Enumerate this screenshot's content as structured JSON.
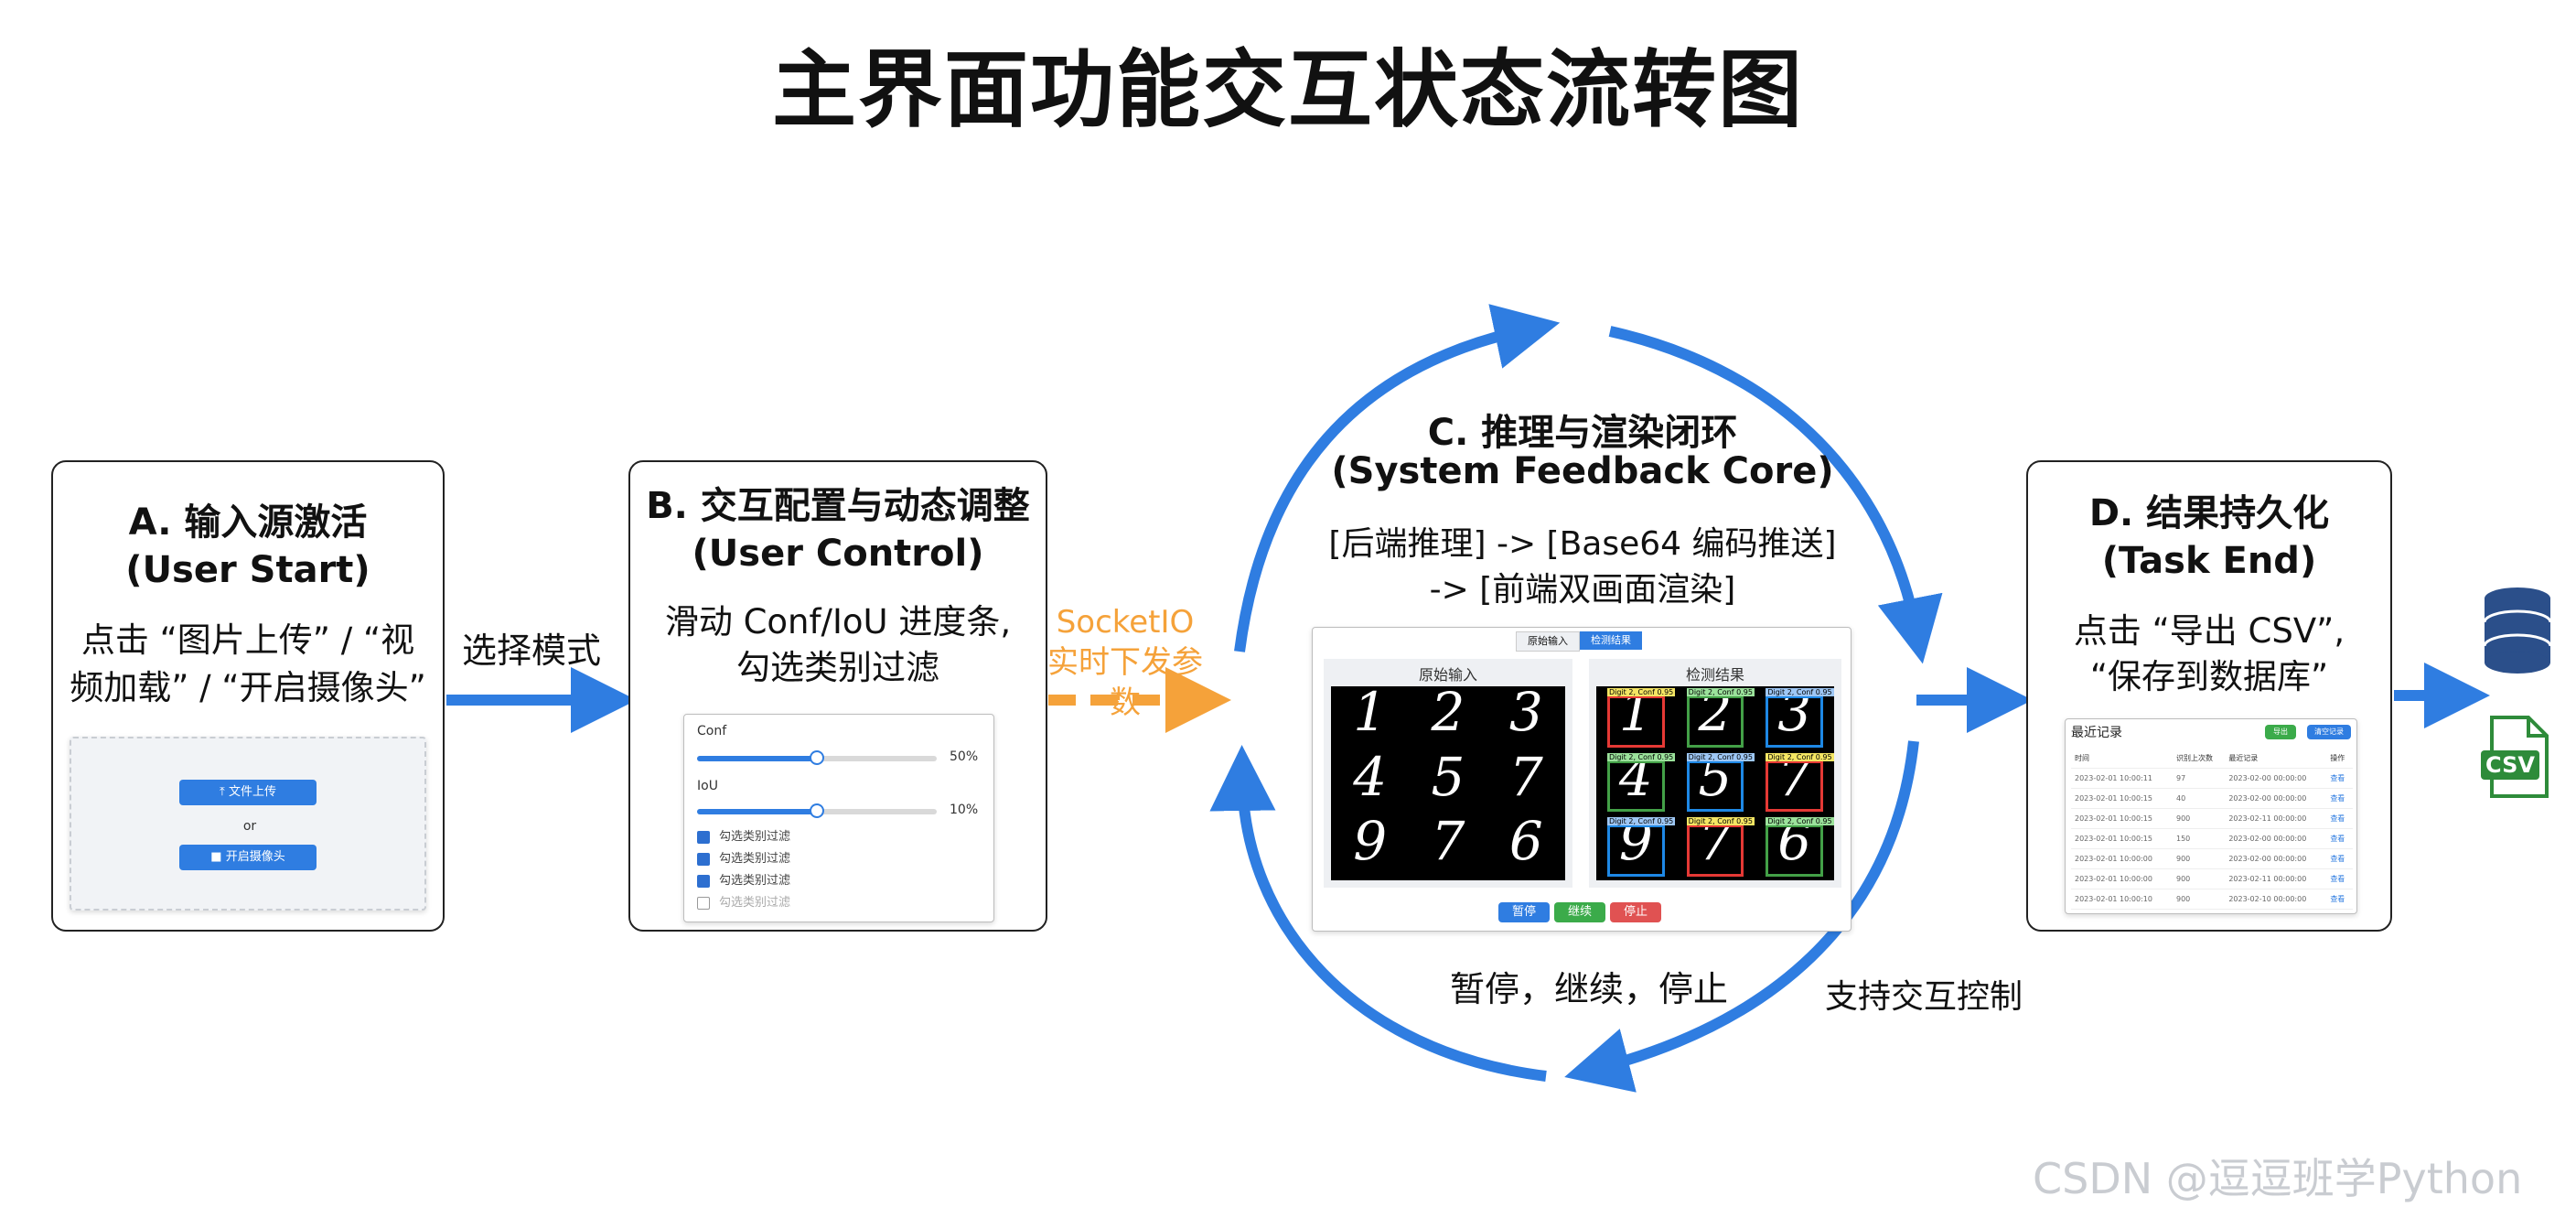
{
  "title": "主界面功能交互状态流转图",
  "colors": {
    "arrow_blue": "#2f7de1",
    "arrow_orange": "#f5a23a",
    "btn_blue": "#2f7de1",
    "btn_green": "#3bab4a",
    "btn_red": "#e05252"
  },
  "cards": {
    "a": {
      "title_cn": "A. 输入源激活",
      "title_en": "(User Start)",
      "desc_line1": "点击 “图片上传” / “视",
      "desc_line2": "频加载” / “开启摄像头”",
      "upload_button": "文件上传",
      "or_text": "or",
      "camera_button": "开启摄像头",
      "upload_icon": "upload-icon",
      "camera_icon": "camera-icon"
    },
    "b": {
      "title_cn": "B. 交互配置与动态调整",
      "title_en": "(User Control)",
      "desc_line1": "滑动 Conf/IoU 进度条,",
      "desc_line2": "勾选类别过滤",
      "conf_label": "Conf",
      "conf_value": "50%",
      "conf_level": 0.5,
      "iou_label": "IoU",
      "iou_value": "10%",
      "iou_level": 0.5,
      "checkboxes": [
        {
          "label": "勾选类别过滤",
          "checked": true
        },
        {
          "label": "勾选类别过滤",
          "checked": true
        },
        {
          "label": "勾选类别过滤",
          "checked": true
        },
        {
          "label": "勾选类别过滤",
          "checked": false
        }
      ]
    },
    "c": {
      "title_cn": "C. 推理与渲染闭环",
      "title_en": "(System Feedback Core)",
      "desc_line1": "[后端推理] -> [Base64 编码推送]",
      "desc_line2": "-> [前端双画面渲染]",
      "tab_original": "原始输入",
      "tab_result": "检测结果",
      "panel_original": "原始输入",
      "panel_result": "检测结果",
      "digits": [
        "1",
        "2",
        "3",
        "4",
        "5",
        "7",
        "9",
        "7",
        "6"
      ],
      "box_tags": [
        "Digit 2, Conf 0.95",
        "Digit 2, Conf 0.95",
        "Digit 2, Conf 0.95",
        "Digit 2, Conf 0.95",
        "Digit 2, Conf 0.95",
        "Digit 2, Conf 0.95",
        "Digit 2, Conf 0.95",
        "Digit 2, Conf 0.95",
        "Digit 2, Conf 0.95"
      ],
      "pause_button": "暂停",
      "continue_button": "继续",
      "stop_button": "停止"
    },
    "d": {
      "title_cn": "D. 结果持久化",
      "title_en": "(Task End)",
      "desc_line1": "点击 “导出 CSV”,",
      "desc_line2": "“保存到数据库”",
      "panel_title": "最近记录",
      "export_button": "导出",
      "clear_button": "清空记录",
      "headers": [
        "时间",
        "识别上次数",
        "最近记录",
        "操作"
      ],
      "rows": [
        [
          "2023-02-01 10:00:11",
          "97",
          "2023-02-00 00:00:00",
          "查看"
        ],
        [
          "2023-02-01 10:00:15",
          "40",
          "2023-02-00 00:00:00",
          "查看"
        ],
        [
          "2023-02-01 10:00:15",
          "900",
          "2023-02-11 00:00:00",
          "查看"
        ],
        [
          "2023-02-01 10:00:15",
          "150",
          "2023-02-00 00:00:00",
          "查看"
        ],
        [
          "2023-02-01 10:00:00",
          "900",
          "2023-02-00 00:00:00",
          "查看"
        ],
        [
          "2023-02-01 10:00:00",
          "900",
          "2023-02-11 00:00:00",
          "查看"
        ],
        [
          "2023-02-01 10:00:10",
          "900",
          "2023-02-10 00:00:00",
          "查看"
        ]
      ]
    }
  },
  "edges": {
    "a_to_b": "选择模式",
    "b_to_c_line1": "SocketIO",
    "b_to_c_line2": "实时下发参数",
    "loop_controls": "暂停，继续，停止",
    "loop_interactive": "支持交互控制"
  },
  "side_icons": {
    "database": "database-icon",
    "csv": "csv-file-icon",
    "csv_text": "CSV"
  },
  "watermark": "CSDN @逗逗班学Python"
}
